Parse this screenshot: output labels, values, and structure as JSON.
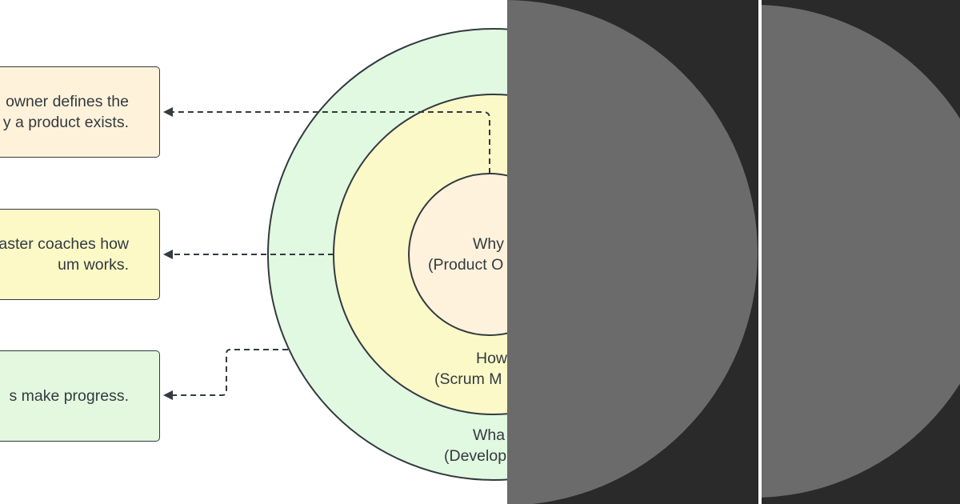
{
  "notes": {
    "owner": {
      "lines": [
        "owner defines the",
        "y a product exists."
      ]
    },
    "master": {
      "lines": [
        "aster coaches how",
        "um works."
      ]
    },
    "team": {
      "lines": [
        "s make progress."
      ]
    }
  },
  "circles": {
    "outer": {
      "line1": "Wha",
      "line2": "(Develop"
    },
    "middle": {
      "line1": "How",
      "line2": "(Scrum M"
    },
    "inner": {
      "line1": "Why",
      "line2": "(Product O"
    }
  },
  "colors": {
    "outer_fill": "#e1f8e1",
    "middle_fill": "#fbf9c8",
    "inner_fill": "#fff2dc",
    "stroke": "#333a40",
    "dark_panel": "#2a2a2a",
    "gray_disc": "#6b6b6b"
  }
}
